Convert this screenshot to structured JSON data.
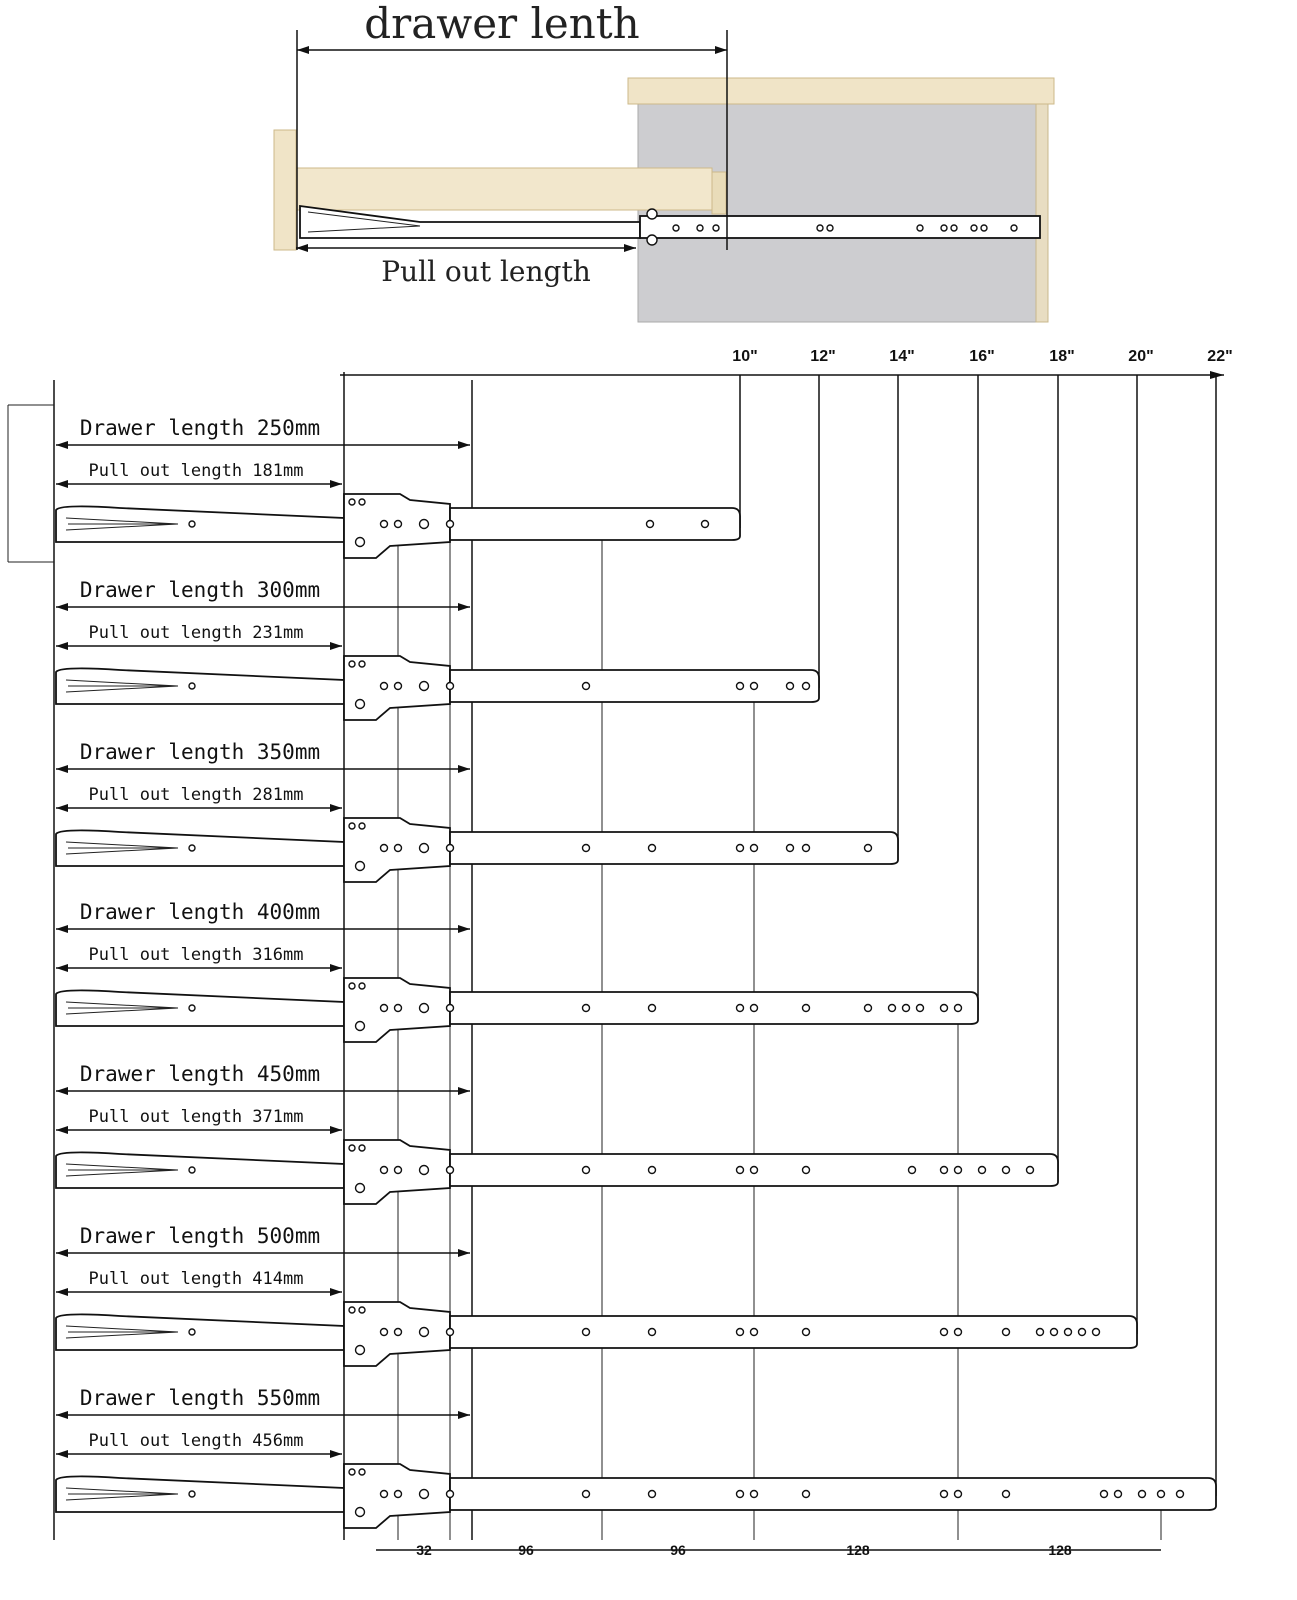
{
  "illustration": {
    "drawer_label": "drawer lenth",
    "pull_label": "Pull out length",
    "colors": {
      "wood": "#f1e6cc",
      "wood_edge": "#d9c79c",
      "cabinet": "#cfcfd2",
      "cabinet_dark": "#b9b9bd"
    }
  },
  "slides": [
    {
      "drawer_label": "Drawer length 250mm",
      "pull_label": "Pull out length 181mm",
      "inch": "10\""
    },
    {
      "drawer_label": "Drawer length 300mm",
      "pull_label": "Pull out length 231mm",
      "inch": "12\""
    },
    {
      "drawer_label": "Drawer length 350mm",
      "pull_label": "Pull out length 281mm",
      "inch": "14\""
    },
    {
      "drawer_label": "Drawer length 400mm",
      "pull_label": "Pull out length 316mm",
      "inch": "16\""
    },
    {
      "drawer_label": "Drawer length 450mm",
      "pull_label": "Pull out length 371mm",
      "inch": "18\""
    },
    {
      "drawer_label": "Drawer length 500mm",
      "pull_label": "Pull out length 414mm",
      "inch": "20\""
    },
    {
      "drawer_label": "Drawer length 550mm",
      "pull_label": "Pull out length 456mm",
      "inch": "22\""
    }
  ],
  "hole_spacing": [
    "32",
    "96",
    "96",
    "128",
    "128"
  ]
}
